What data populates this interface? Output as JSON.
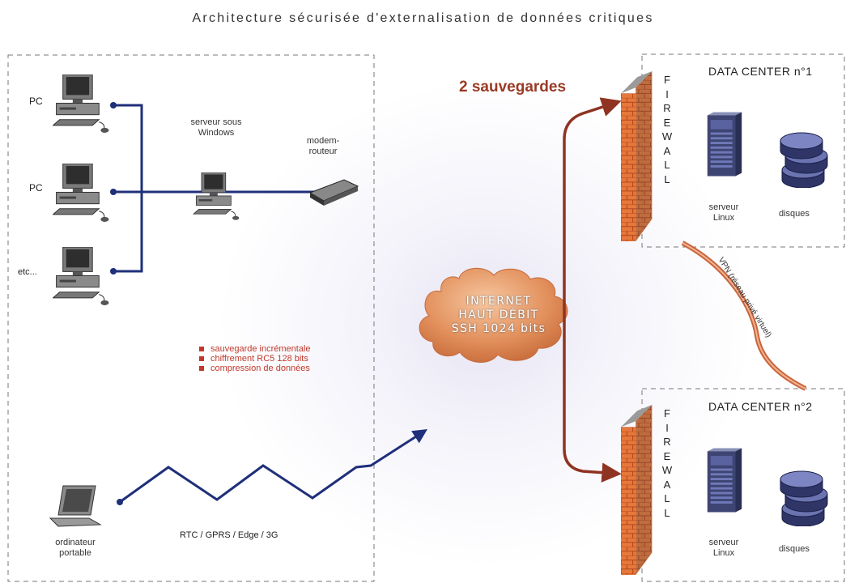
{
  "title": "Architecture sécurisée d'externalisation de données critiques",
  "lan": {
    "pc1": "PC",
    "pc2": "PC",
    "etc": "etc...",
    "server": "serveur sous Windows",
    "modem": "modem-routeur",
    "features": [
      "sauvegarde incrémentale",
      "chiffrement RC5 128 bits",
      "compression de données"
    ]
  },
  "mobile": {
    "laptop": "ordinateur portable",
    "link": "RTC / GPRS / Edge / 3G"
  },
  "internet": {
    "line1": "INTERNET",
    "line2": "HAUT DÉBIT",
    "line3": "SSH 1024 bits"
  },
  "backup_label": "2 sauvegardes",
  "firewall_label": "FIREWALL",
  "datacenters": [
    {
      "title": "DATA CENTER n°1",
      "server": "serveur Linux",
      "disks": "disques"
    },
    {
      "title": "DATA CENTER n°2",
      "server": "serveur Linux",
      "disks": "disques"
    }
  ],
  "vpn": "VPN (réseau privé virtuel)",
  "colors": {
    "lan_link": "#1f2f7a",
    "backup_arrow": "#8f3322",
    "firewall_brick": "#e07a3c",
    "vpn_link": "#c8653e"
  }
}
